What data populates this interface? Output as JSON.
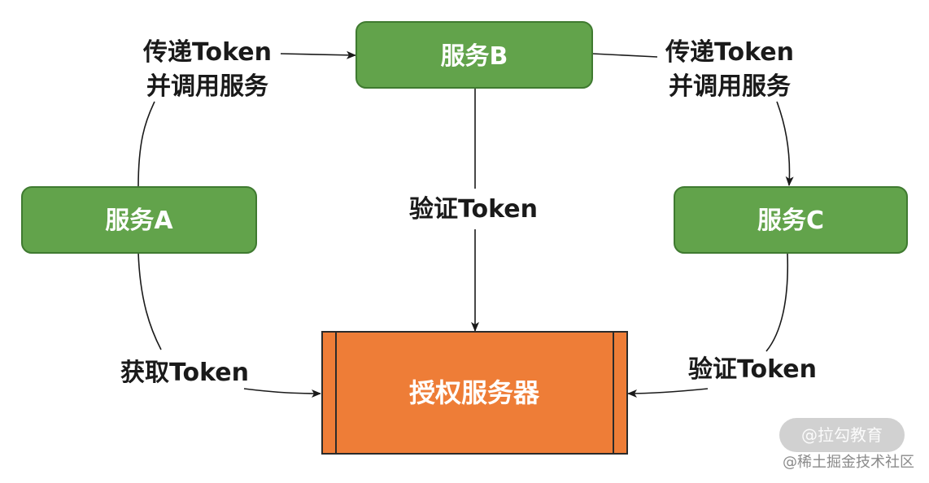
{
  "nodes": {
    "service_a": {
      "label": "服务A"
    },
    "service_b": {
      "label": "服务B"
    },
    "service_c": {
      "label": "服务C"
    },
    "auth_server": {
      "label": "授权服务器"
    }
  },
  "edges": {
    "a_to_b": {
      "line1": "传递Token",
      "line2": "并调用服务"
    },
    "b_to_c": {
      "line1": "传递Token",
      "line2": "并调用服务"
    },
    "b_to_auth": {
      "label": "验证Token"
    },
    "a_to_auth": {
      "label": "获取Token"
    },
    "c_to_auth": {
      "label": "验证Token"
    }
  },
  "watermarks": {
    "lagou": "@拉勾教育",
    "juejin": "@稀土掘金技术社区"
  },
  "colors": {
    "service_fill": "#62a34b",
    "service_stroke": "#3f7a30",
    "auth_fill": "#ee7d37",
    "auth_stroke": "#2b2b2b",
    "edge": "#1a1a1a"
  }
}
